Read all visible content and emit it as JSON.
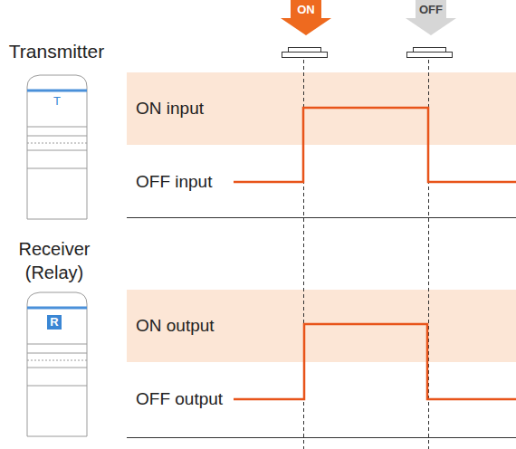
{
  "diagram": {
    "nodes": [
      {
        "text": [
          "ON"
        ]
      },
      {
        "text": [
          "OFF"
        ]
      },
      {
        "text": [
          "ON input"
        ]
      },
      {
        "text": [
          "ON output"
        ]
      }
    ],
    "labels": [
      "Transmitter",
      "T",
      "OFF input",
      "Receiver (Relay)",
      "R",
      "OFF output"
    ]
  }
}
